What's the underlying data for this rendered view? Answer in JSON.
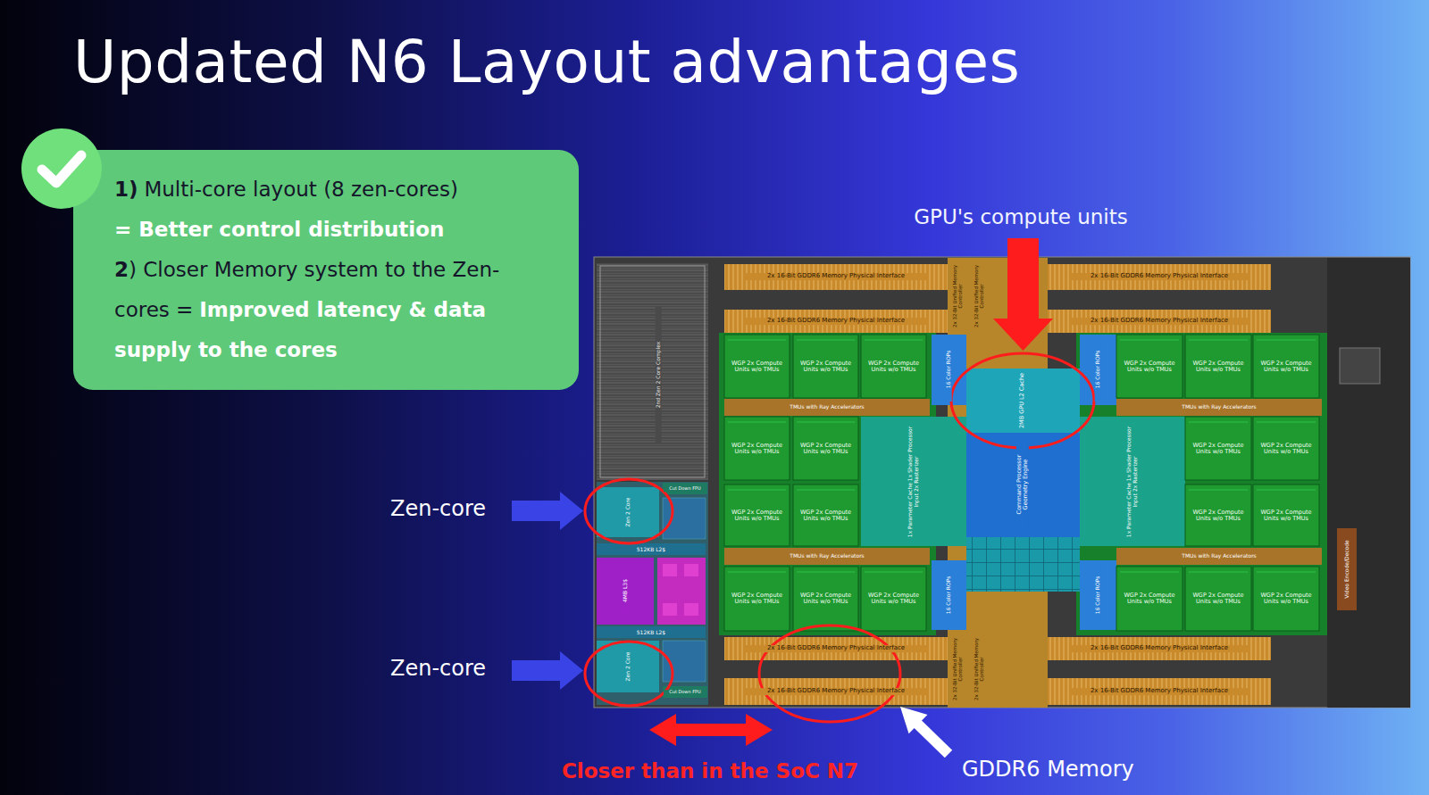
{
  "diagram": {
    "title": "Updated N6 Layout advantages",
    "nodes": [
      {
        "text": [
          "1)",
          "Multi-core layout (8 zen-cores)",
          "= Better control distribution",
          "2",
          ") Closer Memory system to the Zen-cores =",
          "Improved latency & data supply to the cores"
        ]
      }
    ],
    "labels": [
      "GPU's compute units",
      "Zen-core",
      "Zen-core",
      "Closer than in the SoC N7",
      "GDDR6 Memory",
      "2nd Zen 2 Core Complex",
      "Cut Down FPU",
      "Zen 2 Core",
      "512KB L2$",
      "4MB L3$",
      "512KB L2$",
      "Zen 2 Core",
      "Cut Down FPU",
      "2x 16-Bit GDDR6 Memory Physical Interface",
      "2x 16-Bit GDDR6 Memory Physical Interface",
      "2x 16-Bit GDDR6 Memory Physical Interface",
      "2x 16-Bit GDDR6 Memory Physical Interface",
      "2x 16-Bit GDDR6 Memory Physical Interface",
      "2x 16-Bit GDDR6 Memory Physical Interface",
      "2x 16-Bit GDDR6 Memory Physical Interface",
      "2x 16-Bit GDDR6 Memory Physical Interface",
      "2x 32-Bit Unified Memory Controller",
      "2x 32-Bit Unified Memory Controller",
      "2x 32-Bit Unified Memory Controller",
      "2x 32-Bit Unified Memory Controller",
      "16 Color ROPs",
      "16 Color ROPs",
      "16 Color ROPs",
      "16 Color ROPs",
      "2MB GPU L2 Cache",
      "Command Processor Geometry Engine",
      "1x Parameter Cache 1x Shader Processor Input 2x Rasterizer",
      "1x Parameter Cache 1x Shader Processor Input 2x Rasterizer",
      "TMUs with Ray Accelerators",
      "TMUs with Ray Accelerators",
      "TMUs with Ray Accelerators",
      "TMUs with Ray Accelerators",
      "WGP 2x Compute Units w/o TMUs",
      "WGP 2x Compute Units w/o TMUs",
      "WGP 2x Compute Units w/o TMUs",
      "WGP 2x Compute Units w/o TMUs",
      "WGP 2x Compute Units w/o TMUs",
      "WGP 2x Compute Units w/o TMUs",
      "WGP 2x Compute Units w/o TMUs",
      "WGP 2x Compute Units w/o TMUs",
      "WGP 2x Compute Units w/o TMUs",
      "WGP 2x Compute Units w/o TMUs",
      "WGP 2x Compute Units w/o TMUs",
      "WGP 2x Compute Units w/o TMUs",
      "WGP 2x Compute Units w/o TMUs",
      "WGP 2x Compute Units w/o TMUs",
      "WGP 2x Compute Units w/o TMUs",
      "WGP 2x Compute Units w/o TMUs",
      "WGP 2x Compute Units w/o TMUs",
      "WGP 2x Compute Units w/o TMUs",
      "WGP 2x Compute Units w/o TMUs",
      "WGP 2x Compute Units w/o TMUs",
      "Video Encode/Decode"
    ]
  }
}
